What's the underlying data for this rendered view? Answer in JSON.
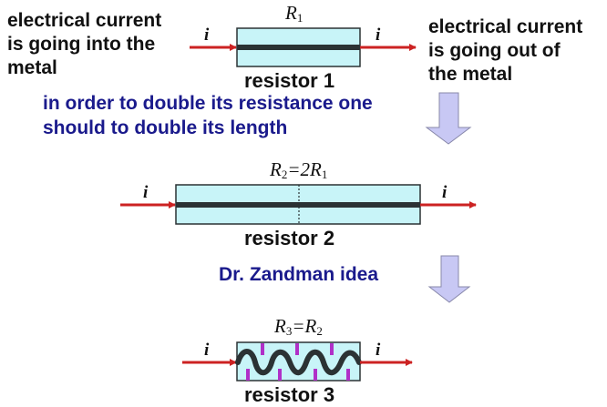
{
  "left_caption": [
    "electrical current",
    "is going into the",
    "metal"
  ],
  "right_caption": [
    "electrical current",
    "is going out of",
    "the metal"
  ],
  "instruction": [
    "in order to double its resistance one",
    "should to double its length"
  ],
  "idea_caption": "Dr. Zandman idea",
  "current_symbol": "i",
  "resistors": [
    {
      "name": "resistor 1",
      "formula": {
        "main": "R",
        "sub": "1",
        "rest": ""
      }
    },
    {
      "name": "resistor 2",
      "formula": {
        "main": "R",
        "sub": "2",
        "rest": "=2R",
        "rest_sub": "1"
      }
    },
    {
      "name": "resistor 3",
      "formula": {
        "main": "R",
        "sub": "3",
        "rest": "=R",
        "rest_sub": "2"
      }
    }
  ],
  "colors": {
    "resistor_fill": "#c8f4f8",
    "conductor": "#2b3234",
    "current_arrow": "#cc2222",
    "step_arrow": "#c8c8f4",
    "instruction_text": "#1a1a8c",
    "pins": "#b030c8"
  }
}
